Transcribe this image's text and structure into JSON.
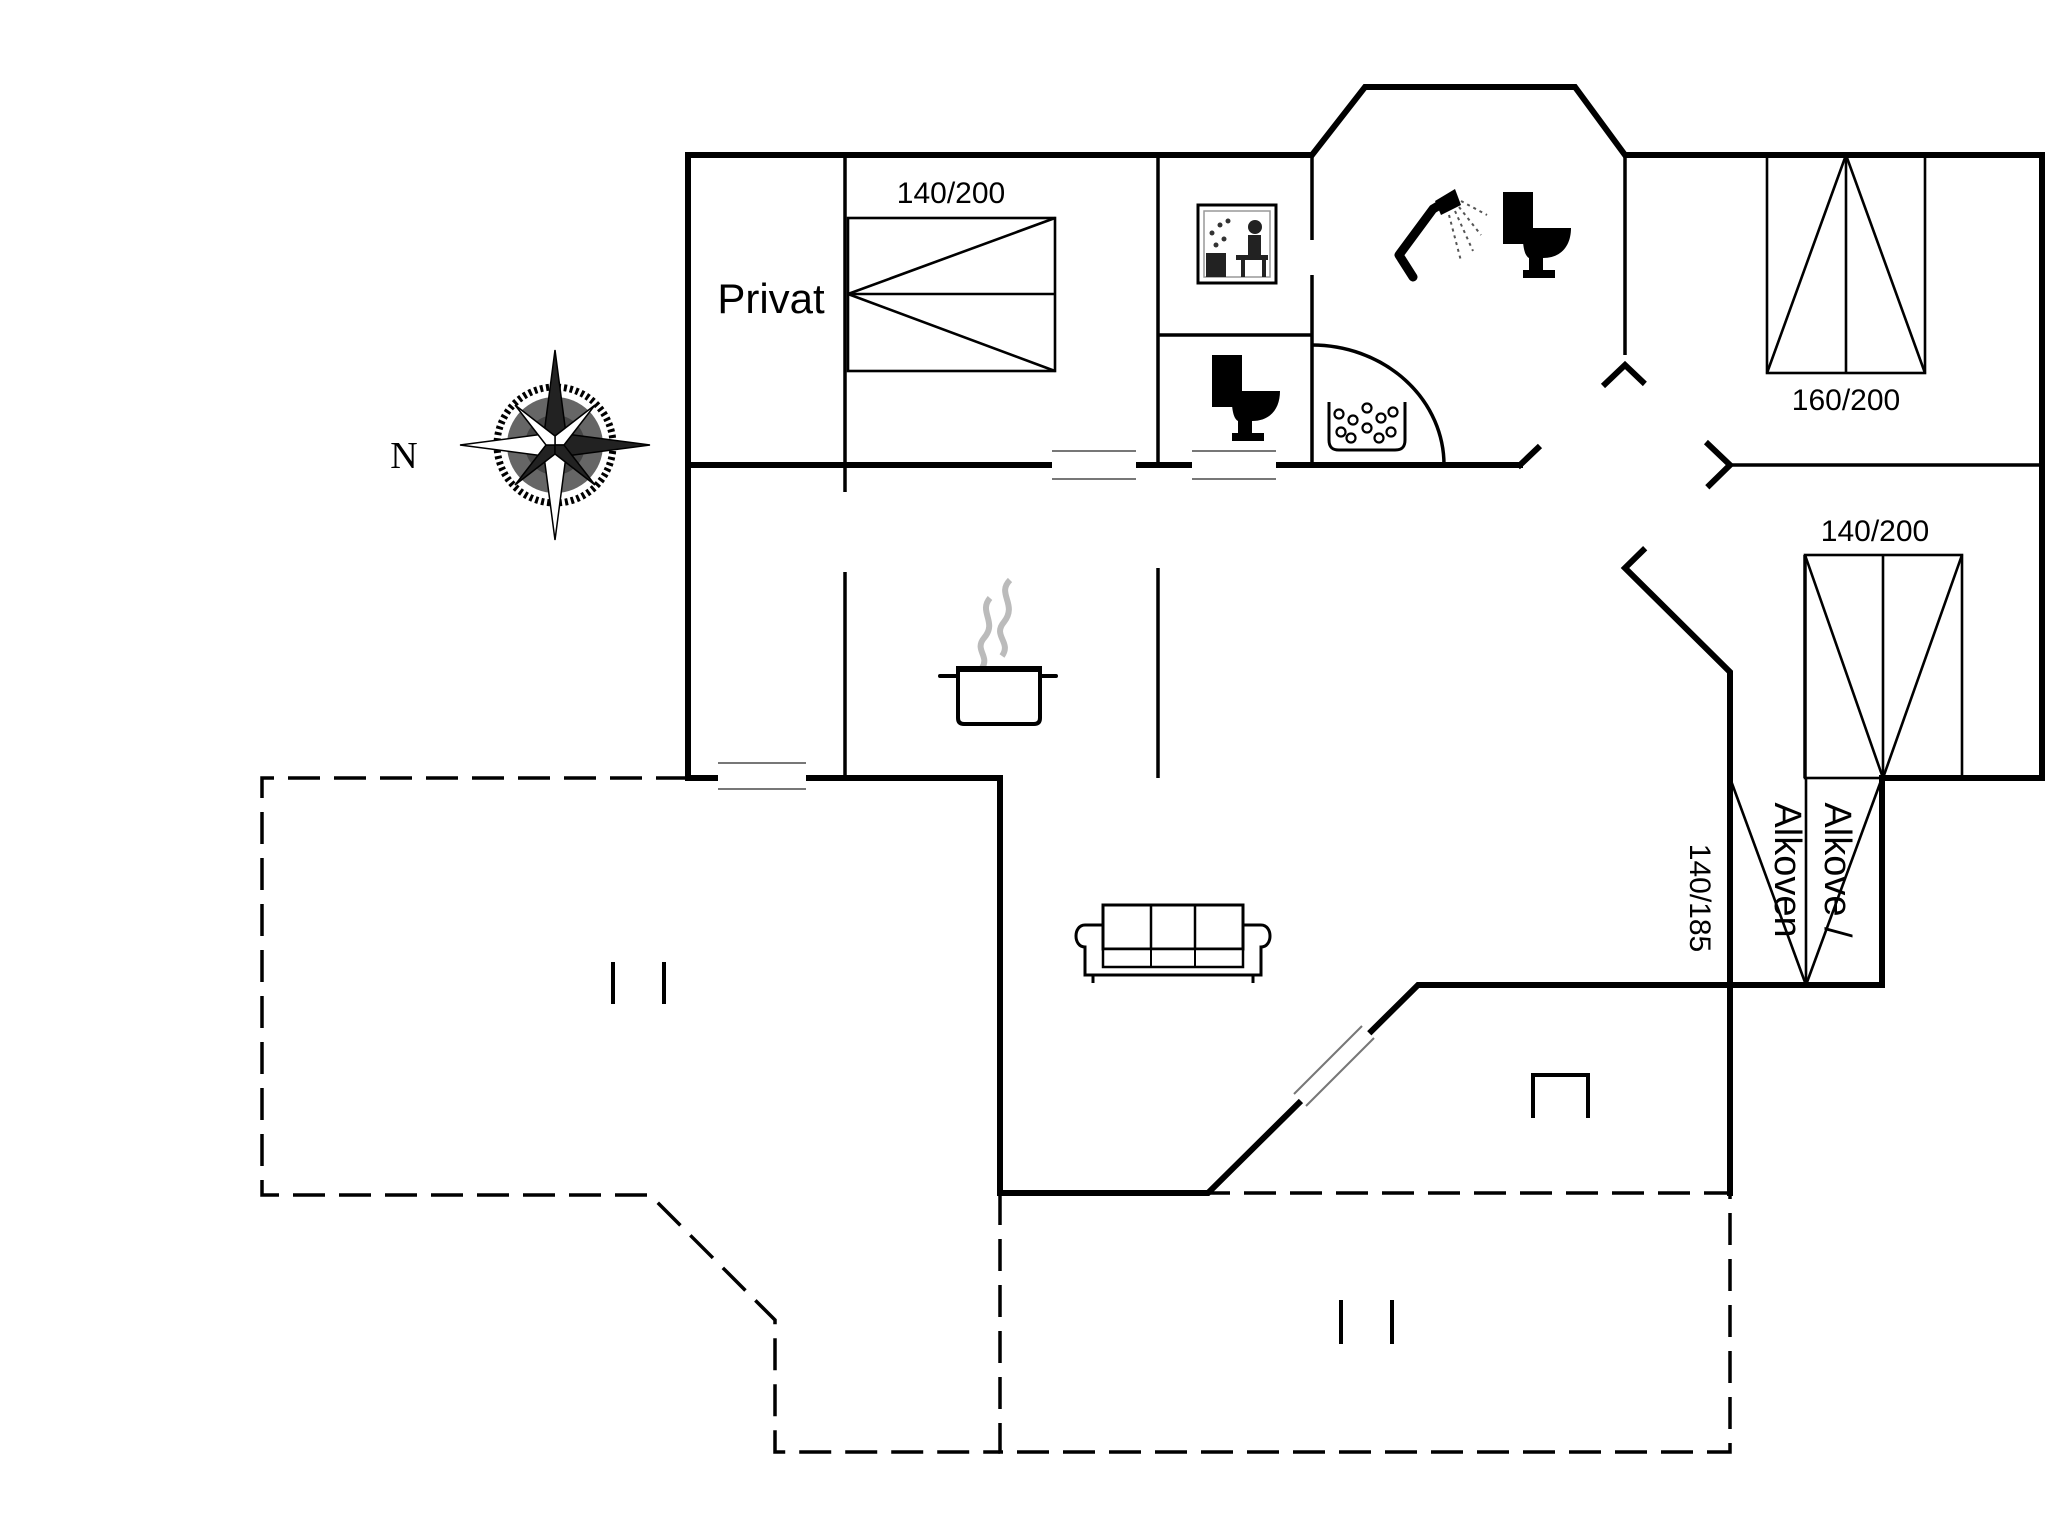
{
  "labels": {
    "privat": "Privat",
    "bed_privat": "140/200",
    "bed_ne": "160/200",
    "bed_e": "140/200",
    "bed_alcove": "140/185",
    "alcove_1": "Alkove /",
    "alcove_2": "Alkoven",
    "north": "N"
  },
  "icons": [
    "compass-rose-icon",
    "sauna-icon",
    "shower-icon",
    "toilet-icon",
    "jacuzzi-icon",
    "cooking-pot-icon",
    "sofa-icon",
    "terrace-icon",
    "grill-icon"
  ],
  "colors": {
    "walls": "#000000",
    "background": "#ffffff",
    "icon_grey": "#555555"
  }
}
